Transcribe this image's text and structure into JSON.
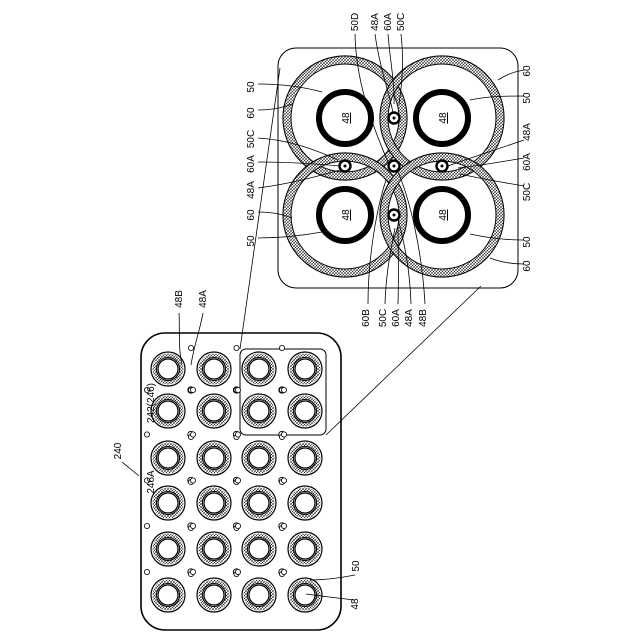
{
  "figure": {
    "panel": {
      "ref_main": "240",
      "ref_plate": "242(246)",
      "ref_plate_a": "246A",
      "ref_48b": "48B",
      "ref_48a": "48A",
      "ref_50": "50",
      "ref_48": "48",
      "grid_rows": 6,
      "grid_cols": 4
    },
    "detail": {
      "cell_label": "48",
      "labels_top": [
        "50D",
        "48A",
        "60A",
        "50C"
      ],
      "labels_right": [
        "60",
        "50",
        "48A",
        "60A",
        "50C",
        "50",
        "60"
      ],
      "labels_left": [
        "50",
        "60",
        "50C",
        "60A",
        "48A",
        "60",
        "50"
      ],
      "labels_bottom": [
        "60B",
        "50C",
        "60A",
        "48A",
        "48B"
      ]
    }
  }
}
